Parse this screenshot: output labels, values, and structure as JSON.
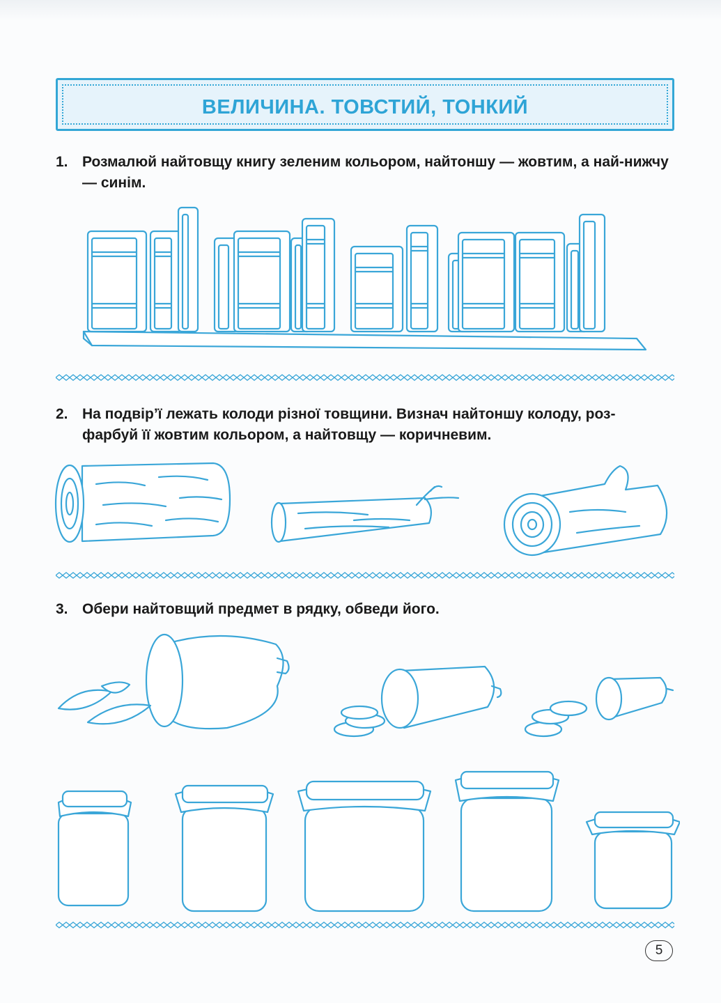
{
  "title": "ВЕЛИЧИНА. ТОВСТИЙ, ТОНКИЙ",
  "tasks": [
    {
      "number": "1.",
      "text": "Розмалюй найтовщу книгу зеленим кольором, найтоншу — жовтим, а най-нижчу — синім."
    },
    {
      "number": "2.",
      "text": "На подвір’ї лежать колоди різної товщини. Визнач найтоншу колоду, роз-фарбуй її жовтим кольором, а найтовщу — коричневим."
    },
    {
      "number": "3.",
      "text": "Обери найтовщий предмет в рядку, обведи його."
    }
  ],
  "page_number": "5",
  "colors": {
    "accent": "#33a7d6",
    "banner_bg": "#e6f3fb",
    "text": "#1a1a1a"
  },
  "illustrations": [
    "bookshelf",
    "logs",
    "sausages",
    "jars"
  ]
}
